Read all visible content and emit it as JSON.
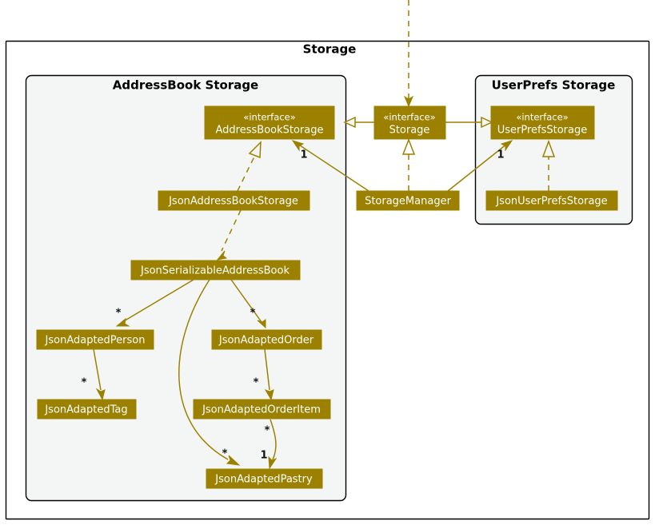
{
  "diagram": {
    "type": "uml-class-diagram",
    "colors": {
      "node_fill": "#9C8100",
      "node_text": "#ffffff",
      "edge": "#9C8100",
      "package_fill": "#f4f6f5",
      "package_border": "#000000",
      "canvas": "#ffffff"
    },
    "packages": [
      {
        "id": "storage",
        "title": "Storage"
      },
      {
        "id": "addressbook_storage",
        "title": "AddressBook Storage"
      },
      {
        "id": "userprefs_storage",
        "title": "UserPrefs Storage"
      }
    ],
    "nodes": [
      {
        "id": "address_book_storage",
        "stereotype": "«interface»",
        "label": "AddressBookStorage",
        "package": "addressbook_storage"
      },
      {
        "id": "storage_iface",
        "stereotype": "«interface»",
        "label": "Storage",
        "package": "storage"
      },
      {
        "id": "user_prefs_storage",
        "stereotype": "«interface»",
        "label": "UserPrefsStorage",
        "package": "userprefs_storage"
      },
      {
        "id": "storage_manager",
        "stereotype": "",
        "label": "StorageManager",
        "package": "storage"
      },
      {
        "id": "json_user_prefs_storage",
        "stereotype": "",
        "label": "JsonUserPrefsStorage",
        "package": "userprefs_storage"
      },
      {
        "id": "json_address_book_storage",
        "stereotype": "",
        "label": "JsonAddressBookStorage",
        "package": "addressbook_storage"
      },
      {
        "id": "json_serializable_address_book",
        "stereotype": "",
        "label": "JsonSerializableAddressBook",
        "package": "addressbook_storage"
      },
      {
        "id": "json_adapted_person",
        "stereotype": "",
        "label": "JsonAdaptedPerson",
        "package": "addressbook_storage"
      },
      {
        "id": "json_adapted_order",
        "stereotype": "",
        "label": "JsonAdaptedOrder",
        "package": "addressbook_storage"
      },
      {
        "id": "json_adapted_tag",
        "stereotype": "",
        "label": "JsonAdaptedTag",
        "package": "addressbook_storage"
      },
      {
        "id": "json_adapted_order_item",
        "stereotype": "",
        "label": "JsonAdaptedOrderItem",
        "package": "addressbook_storage"
      },
      {
        "id": "json_adapted_pastry",
        "stereotype": "",
        "label": "JsonAdaptedPastry",
        "package": "addressbook_storage"
      }
    ],
    "edges": [
      {
        "from": "external-top",
        "to": "storage_iface",
        "style": "dashed",
        "head": "solid-arrow",
        "multiplicity": ""
      },
      {
        "from": "storage_iface",
        "to": "address_book_storage",
        "style": "solid",
        "head": "hollow-triangle",
        "multiplicity": ""
      },
      {
        "from": "storage_iface",
        "to": "user_prefs_storage",
        "style": "solid",
        "head": "hollow-triangle",
        "multiplicity": ""
      },
      {
        "from": "storage_manager",
        "to": "storage_iface",
        "style": "dashed",
        "head": "hollow-triangle",
        "multiplicity": ""
      },
      {
        "from": "storage_manager",
        "to": "address_book_storage",
        "style": "solid",
        "head": "solid-arrow",
        "multiplicity": "1"
      },
      {
        "from": "storage_manager",
        "to": "user_prefs_storage",
        "style": "solid",
        "head": "solid-arrow",
        "multiplicity": "1"
      },
      {
        "from": "json_user_prefs_storage",
        "to": "user_prefs_storage",
        "style": "dashed",
        "head": "hollow-triangle",
        "multiplicity": ""
      },
      {
        "from": "json_address_book_storage",
        "to": "address_book_storage",
        "style": "dashed",
        "head": "hollow-triangle",
        "multiplicity": ""
      },
      {
        "from": "json_address_book_storage",
        "to": "json_serializable_address_book",
        "style": "dashed",
        "head": "solid-arrow",
        "multiplicity": ""
      },
      {
        "from": "json_serializable_address_book",
        "to": "json_adapted_person",
        "style": "solid",
        "head": "solid-arrow",
        "multiplicity": "*"
      },
      {
        "from": "json_serializable_address_book",
        "to": "json_adapted_order",
        "style": "solid",
        "head": "solid-arrow",
        "multiplicity": "*"
      },
      {
        "from": "json_serializable_address_book",
        "to": "json_adapted_pastry",
        "style": "solid",
        "head": "solid-arrow",
        "multiplicity": "*"
      },
      {
        "from": "json_adapted_person",
        "to": "json_adapted_tag",
        "style": "solid",
        "head": "solid-arrow",
        "multiplicity": "*"
      },
      {
        "from": "json_adapted_order",
        "to": "json_adapted_order_item",
        "style": "solid",
        "head": "solid-arrow",
        "multiplicity": "*"
      },
      {
        "from": "json_adapted_order_item",
        "to": "json_adapted_pastry",
        "style": "solid",
        "head": "solid-arrow",
        "multiplicity": "*"
      },
      {
        "from": "json_adapted_order_item",
        "to": "json_adapted_pastry",
        "style": "solid",
        "head": "solid-arrow",
        "multiplicity": "1"
      }
    ],
    "multiplicity_labels": [
      {
        "id": "mult-abs-1",
        "text": "1"
      },
      {
        "id": "mult-ups-1",
        "text": "1"
      },
      {
        "id": "mult-person-star",
        "text": "*"
      },
      {
        "id": "mult-order-star",
        "text": "*"
      },
      {
        "id": "mult-tag-star",
        "text": "*"
      },
      {
        "id": "mult-orderitem-star",
        "text": "*"
      },
      {
        "id": "mult-pastry-star-left",
        "text": "*"
      },
      {
        "id": "mult-pastry-star-right",
        "text": "*"
      },
      {
        "id": "mult-pastry-one",
        "text": "1"
      }
    ]
  }
}
